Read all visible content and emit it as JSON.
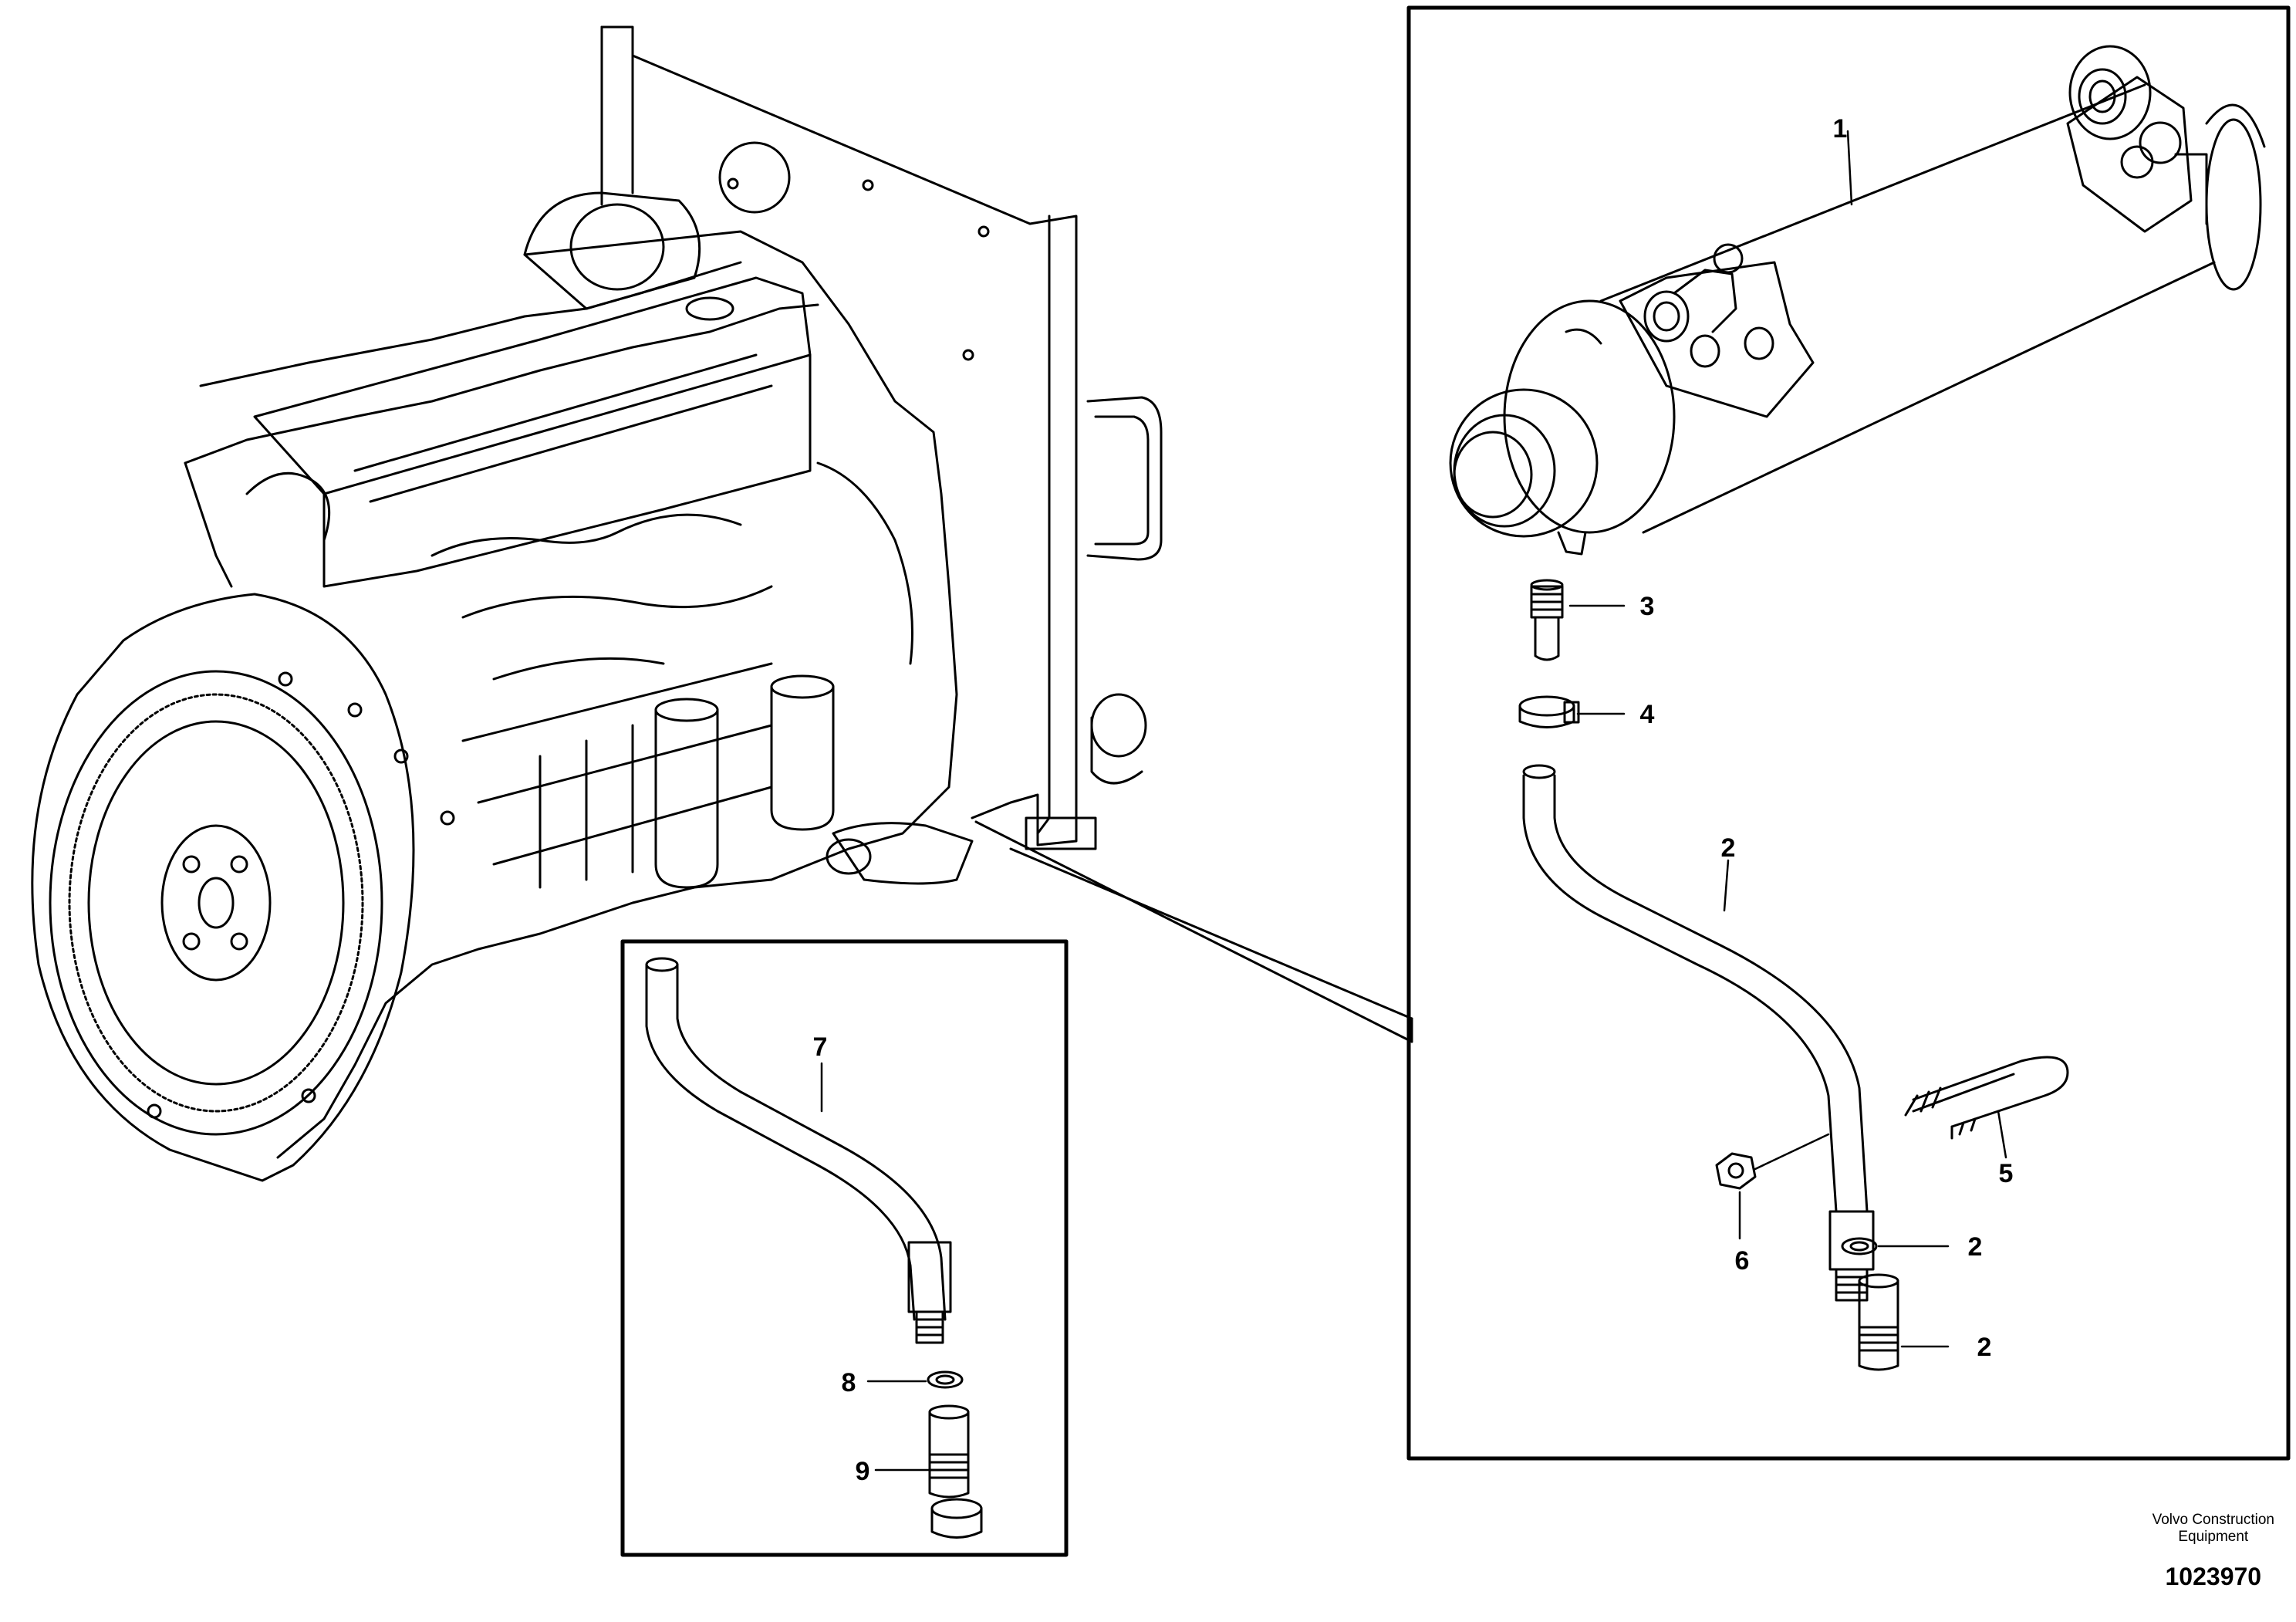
{
  "callouts": {
    "c1": "1",
    "c2a": "2",
    "c2b": "2",
    "c2c": "2",
    "c3": "3",
    "c4": "4",
    "c5": "5",
    "c6": "6",
    "c7": "7",
    "c8": "8",
    "c9": "9"
  },
  "footer": {
    "maker_line1": "Volvo Construction",
    "maker_line2": "Equipment",
    "drawing_number": "1023970"
  }
}
